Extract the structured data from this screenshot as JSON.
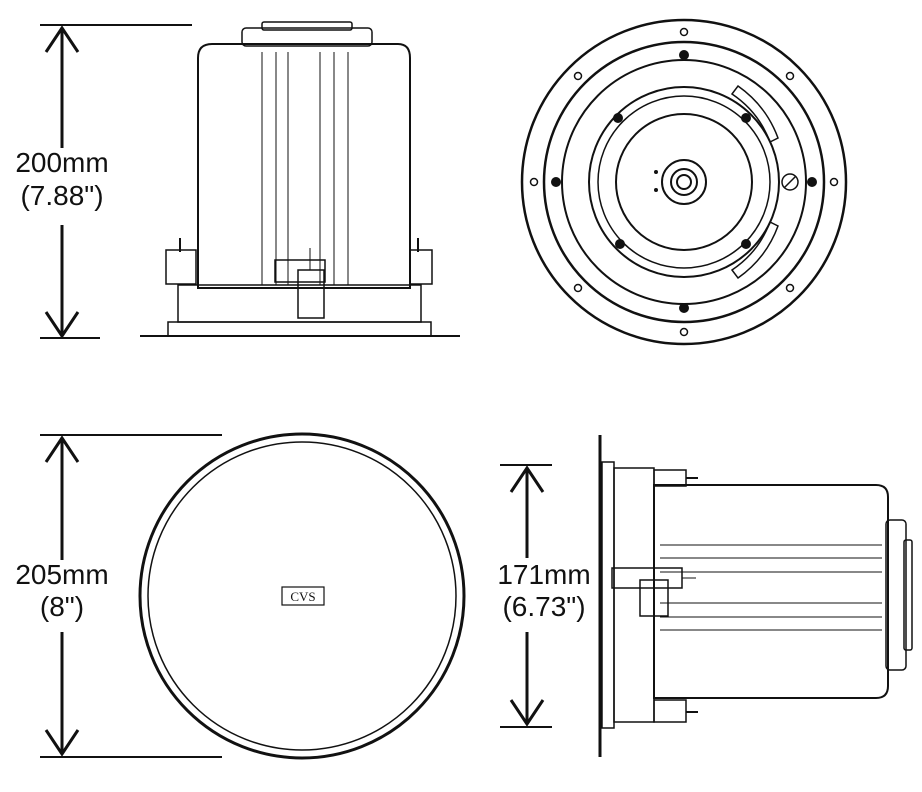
{
  "dimensions": {
    "height": {
      "mm": "200mm",
      "inch": "(7.88\")"
    },
    "diameter": {
      "mm": "205mm",
      "inch": "(8\")"
    },
    "depth": {
      "mm": "171mm",
      "inch": "(6.73\")"
    }
  },
  "grille_logo": "CVS",
  "colors": {
    "line": "#111111",
    "background": "#ffffff",
    "hole": "#999999"
  }
}
